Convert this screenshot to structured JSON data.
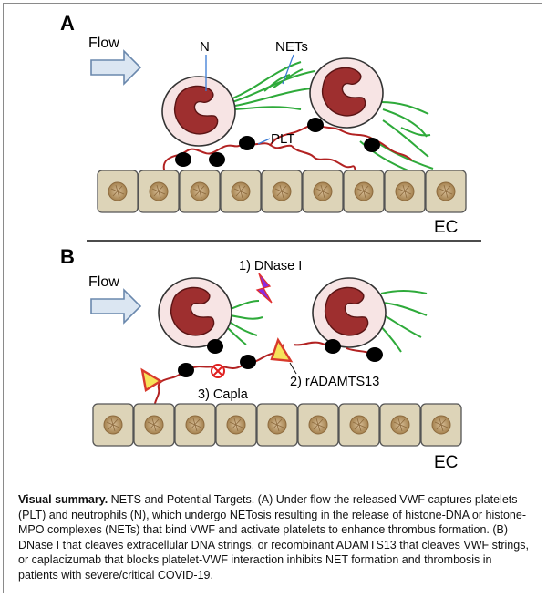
{
  "panel_a": {
    "letter": "A",
    "flow_label": "Flow",
    "label_n": "N",
    "label_nets": "NETs",
    "label_plt": "PLT",
    "label_ec": "EC"
  },
  "panel_b": {
    "letter": "B",
    "flow_label": "Flow",
    "target_dnase": "1) DNase I",
    "target_adamts13": "2) rADAMTS13",
    "target_capla": "3) Capla",
    "label_ec": "EC"
  },
  "caption": {
    "title": "Visual summary.",
    "text": " NETS and Potential Targets. (A) Under flow the released VWF captures platelets (PLT) and neutrophils (N), which undergo NETosis resulting in the release of histone-DNA or histone-MPO complexes (NETs) that bind VWF and activate platelets to enhance thrombus formation. (B) DNase I that cleaves extracellular DNA strings, or recombinant ADAMTS13 that cleaves VWF strings, or caplacizumab that blocks platelet-VWF interaction inhibits NET formation and thrombosis in patients with severe/critical COVID-19."
  },
  "colors": {
    "cell_fill": "#ddd4b8",
    "cell_stroke": "#555555",
    "nucleus_fill": "#b8946a",
    "neutrophil_fill": "#f7e4e4",
    "neutrophil_nucleus": "#9e2f2f",
    "vwf_string": "#b22222",
    "net_strand": "#2eaa3a",
    "platelet": "#000000",
    "flow_arrow_fill": "#dbe6f2",
    "flow_arrow_stroke": "#6a88ad",
    "dnase_bolt": "#8a2be2",
    "scissor_fill": "#f6e35a",
    "scissor_stroke": "#d83a2c",
    "inhibit_symbol": "#e02020"
  }
}
